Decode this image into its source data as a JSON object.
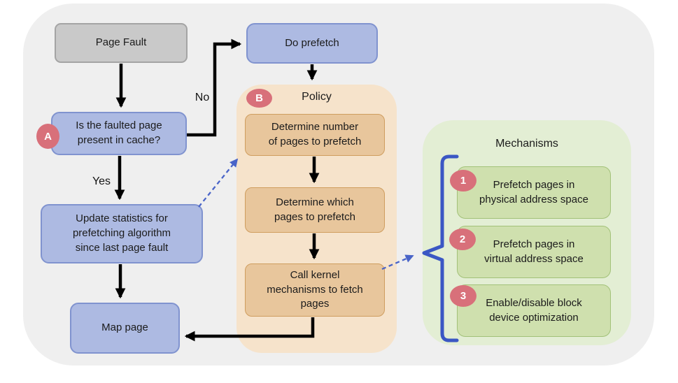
{
  "diagram": {
    "nodes": {
      "page_fault": {
        "label": "Page Fault"
      },
      "do_prefetch": {
        "label": "Do prefetch"
      },
      "check_cache": {
        "label": "Is the faulted page\npresent in cache?",
        "badge": "A"
      },
      "update_stats": {
        "label": "Update statistics for\nprefetching algorithm\nsince last page fault"
      },
      "map_page": {
        "label": "Map page"
      }
    },
    "edge_labels": {
      "yes": "Yes",
      "no": "No"
    },
    "policy": {
      "badge": "B",
      "title": "Policy",
      "steps": [
        {
          "label": "Determine number\nof pages to prefetch"
        },
        {
          "label": "Determine which\npages to prefetch"
        },
        {
          "label": "Call kernel\nmechanisms to fetch\npages"
        }
      ]
    },
    "mechanisms": {
      "title": "Mechanisms",
      "items": [
        {
          "badge": "1",
          "label": "Prefetch pages in\nphysical address space"
        },
        {
          "badge": "2",
          "label": "Prefetch pages in\nvirtual address space"
        },
        {
          "badge": "3",
          "label": "Enable/disable block\ndevice optimization"
        }
      ]
    },
    "colors": {
      "background": "#efefef",
      "node_gray": "#c9c9c9",
      "node_gray_border": "#a4a4a4",
      "node_blue": "#adbae2",
      "node_blue_border": "#8093cf",
      "panel_tan": "#f6e3cb",
      "node_orange": "#e8c69c",
      "node_orange_border": "#cf9d5e",
      "panel_green": "#e3eed4",
      "node_green": "#cfe0ae",
      "node_green_border": "#a2c178",
      "badge_red": "#d8707a",
      "arrow_black": "#000000",
      "arrow_dashed_blue": "#4964c8",
      "bracket_blue": "#3b57c4"
    }
  }
}
